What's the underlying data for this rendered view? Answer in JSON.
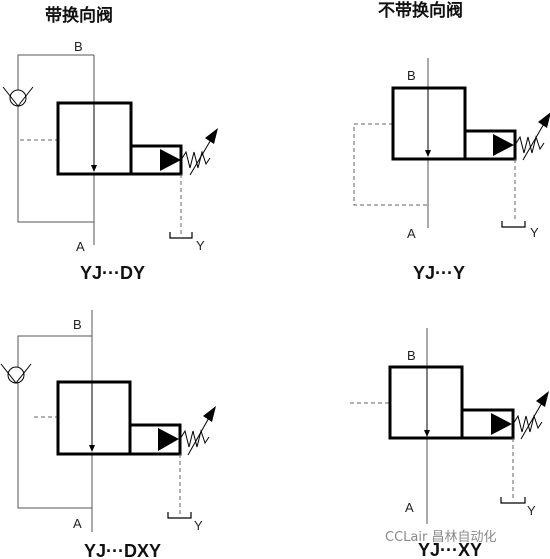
{
  "headings": {
    "left": "带换向阀",
    "right": "不带换向阀"
  },
  "diagrams": [
    {
      "model": "YJ···DY",
      "port_top": "B",
      "port_bottom": "A",
      "port_drain": "Y",
      "check_valve": true,
      "cross_line": "dashed-to-bypass"
    },
    {
      "model": "YJ···Y",
      "port_top": "B",
      "port_bottom": "A",
      "port_drain": "Y",
      "check_valve": false,
      "cross_line": "dashed-loop"
    },
    {
      "model": "YJ···DXY",
      "port_top": "B",
      "port_bottom": "A",
      "port_drain": "Y",
      "check_valve": true,
      "cross_line": "dashed-stub"
    },
    {
      "model": "YJ···XY",
      "port_top": "B",
      "port_bottom": "A",
      "port_drain": "Y",
      "check_valve": false,
      "cross_line": "dashed-stub"
    }
  ],
  "watermark": "CCLair 昌林自动化",
  "colors": {
    "line": "#000000",
    "thin_line": "#555555",
    "watermark": "#8a8a8a"
  }
}
